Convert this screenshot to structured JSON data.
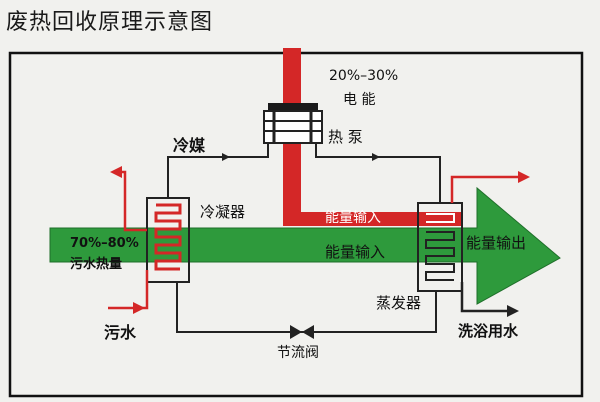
{
  "title": "废热回收原理示意图",
  "labels": {
    "power_pct": "20%–30%",
    "power": "电 能",
    "heat_pump": "热 泵",
    "refrigerant": "冷媒",
    "condenser": "冷凝器",
    "energy_input_red": "能量输入",
    "energy_input_green": "能量输入",
    "energy_output": "能量输出",
    "waste_pct": "70%–80%",
    "waste_heat": "污水热量",
    "evaporator": "蒸发器",
    "sewage": "污水",
    "bath_water": "洗浴用水",
    "throttle_valve": "节流阀"
  },
  "colors": {
    "green": "#2e9a3c",
    "red": "#d42727",
    "line": "#222222",
    "background": "#f1f1ee"
  },
  "icons": {
    "compressor": "compressor-icon",
    "valve": "throttle-valve-icon",
    "coil": "heat-exchanger-coil-icon"
  }
}
